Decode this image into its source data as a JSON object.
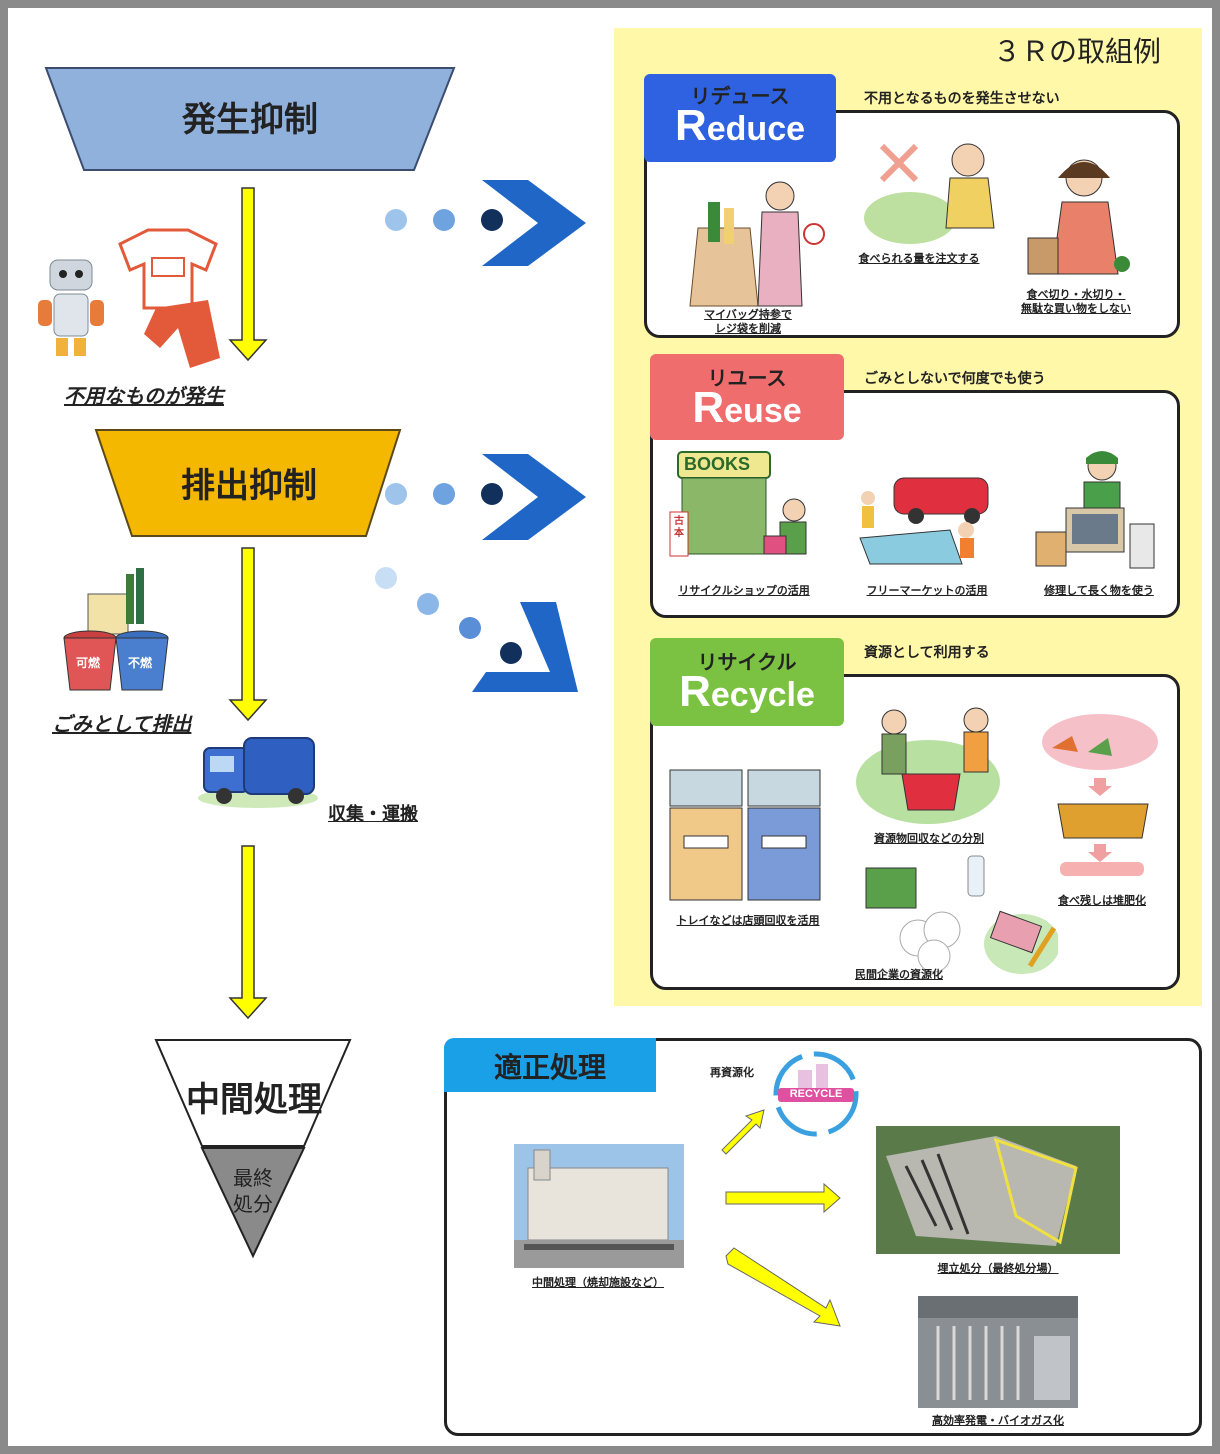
{
  "flow": {
    "hassei_yokusei": "発生抑制",
    "fuyou": "不用なものが発生",
    "haishutsu_yokusei": "排出抑制",
    "gomi_haishutsu": "ごみとして排出",
    "shushu": "収集・運搬",
    "chukan_shori": "中間処理",
    "saishu_shobun_1": "最終",
    "saishu_shobun_2": "処分"
  },
  "three_r": {
    "title": "３Ｒの取組例",
    "reduce": {
      "jp": "リデュース",
      "en_cap": "R",
      "en_rest": "educe",
      "desc": "不用となるものを発生させない",
      "items": [
        "マイバッグ持参で",
        "レジ袋を削減",
        "食べられる量を注文する",
        "食べ切り・水切り・",
        "無駄な買い物をしない"
      ],
      "color": "#2f62e0"
    },
    "reuse": {
      "jp": "リユース",
      "en_cap": "R",
      "en_rest": "euse",
      "desc": "ごみとしないで何度でも使う",
      "books": "BOOKS",
      "furuhon": "古本",
      "items": [
        "リサイクルショップの活用",
        "フリーマーケットの活用",
        "修理して長く物を使う"
      ],
      "color": "#f06d6d"
    },
    "recycle": {
      "jp": "リサイクル",
      "en_cap": "R",
      "en_rest": "ecycle",
      "desc": "資源として利用する",
      "items": [
        "資源物回収などの分別",
        "トレイなどは店頭回収を活用",
        "食べ残しは堆肥化",
        "民間企業の資源化"
      ],
      "color": "#7cc242"
    },
    "bg_color": "#fff8a8"
  },
  "proper": {
    "title": "適正処理",
    "shigenka": "再資源化",
    "recycle_logo": "RECYCLE",
    "chukan_caption": "中間処理（焼却施設など）",
    "umetate_caption": "埋立処分（最終処分場）",
    "biogas_caption": "高効率発電・バイオガス化",
    "color": "#1aa0e6"
  },
  "gomi_bins": {
    "left": "可燃",
    "right": "不燃"
  }
}
